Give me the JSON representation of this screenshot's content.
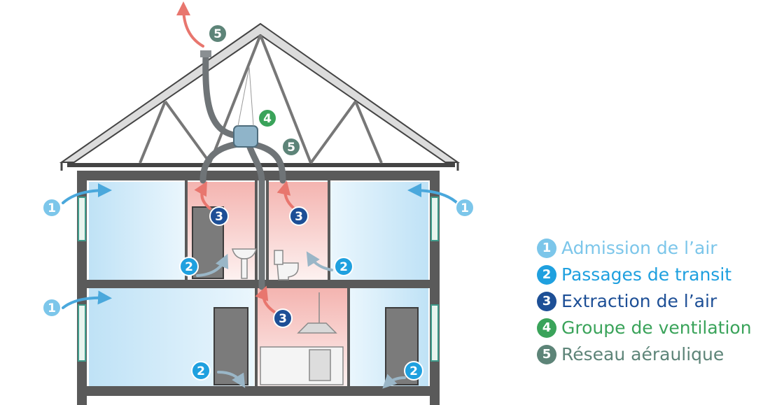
{
  "colors": {
    "c1": "#7cc6ea",
    "c2": "#1fa0df",
    "c3": "#1d4f96",
    "c4": "#3aa35a",
    "c5": "#5d8478",
    "fresh_zone": "#cfe9f8",
    "extract_zone": "#f6c9c6",
    "structure": "#5a5a5a"
  },
  "badges": [
    {
      "num": "1",
      "type": "1"
    },
    {
      "num": "1",
      "type": "1"
    },
    {
      "num": "1",
      "type": "1"
    },
    {
      "num": "2",
      "type": "2"
    },
    {
      "num": "2",
      "type": "2"
    },
    {
      "num": "2",
      "type": "2"
    },
    {
      "num": "2",
      "type": "2"
    },
    {
      "num": "3",
      "type": "3"
    },
    {
      "num": "3",
      "type": "3"
    },
    {
      "num": "3",
      "type": "3"
    },
    {
      "num": "4",
      "type": "4"
    },
    {
      "num": "5",
      "type": "5"
    },
    {
      "num": "5",
      "type": "5"
    }
  ],
  "legend": [
    {
      "num": "1",
      "label": "Admission de l’air",
      "color": "#7cc6ea"
    },
    {
      "num": "2",
      "label": "Passages de transit",
      "color": "#1fa0df"
    },
    {
      "num": "3",
      "label": "Extraction de l’air",
      "color": "#1d4f96"
    },
    {
      "num": "4",
      "label": "Groupe de ventilation",
      "color": "#3aa35a"
    },
    {
      "num": "5",
      "label": "Réseau aéraulique",
      "color": "#5d8478"
    }
  ]
}
